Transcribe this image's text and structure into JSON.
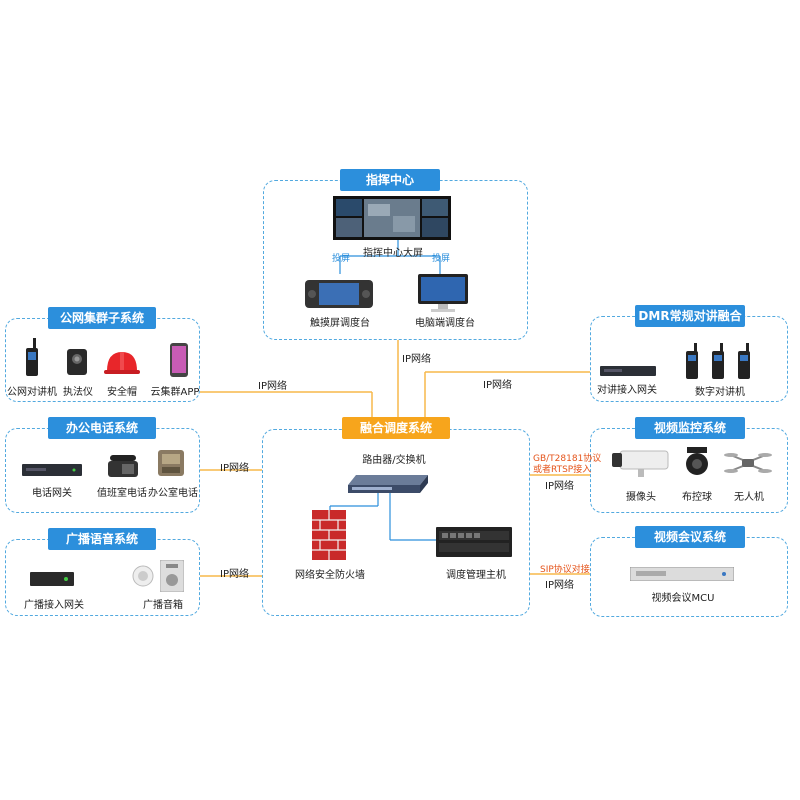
{
  "command": {
    "title": "指挥中心",
    "big_screen": "指挥中心大屏",
    "touch_console": "触摸屏调度台",
    "pc_console": "电脑端调度台",
    "project_left": "投屏",
    "project_right": "投屏"
  },
  "center": {
    "title": "融合调度系统",
    "router": "路由器/交换机",
    "firewall": "网络安全防火墙",
    "host": "调度管理主机"
  },
  "public_net": {
    "title": "公网集群子系统",
    "items": [
      "公网对讲机",
      "执法仪",
      "安全帽",
      "云集群APP"
    ]
  },
  "office_phone": {
    "title": "办公电话系统",
    "items": [
      "电话网关",
      "值班室电话",
      "办公室电话"
    ]
  },
  "broadcast": {
    "title": "广播语音系统",
    "items": [
      "广播接入网关",
      "广播音箱"
    ]
  },
  "dmr": {
    "title": "DMR常规对讲融合",
    "items": [
      "对讲接入网关",
      "数字对讲机"
    ]
  },
  "video_monitor": {
    "title": "视频监控系统",
    "items": [
      "摄像头",
      "布控球",
      "无人机"
    ]
  },
  "video_conf": {
    "title": "视频会议系统",
    "items": [
      "视频会议MCU"
    ]
  },
  "links": {
    "ip_top": "IP网络",
    "ip_left1": "IP网络",
    "ip_left2": "IP网络",
    "ip_left3": "IP网络",
    "ip_right1": "IP网络",
    "ip_right2": "IP网络",
    "ip_right3": "IP网络",
    "gb_note_1": "GB/T28181协议",
    "gb_note_2": "或者RTSP接入",
    "sip_note": "SIP协议对接"
  },
  "colors": {
    "accent_blue": "#2c8fdc",
    "accent_orange": "#f7a51c",
    "note_red": "#e5541b"
  }
}
